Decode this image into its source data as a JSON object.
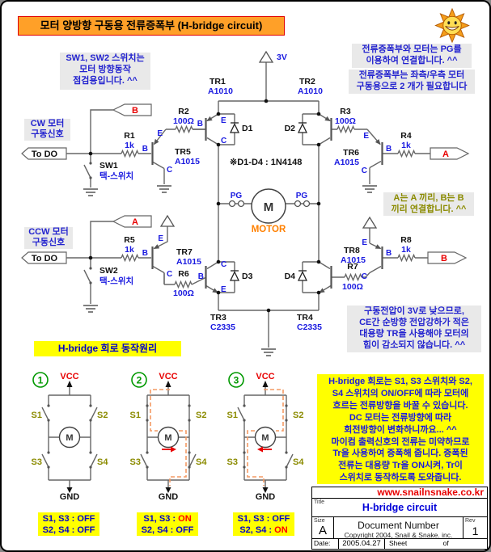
{
  "header": {
    "title": "모터 양방향 구동용 전류증폭부 (H-bridge circuit)"
  },
  "notes": {
    "sw": [
      "SW1, SW2 스위치는",
      "모터 방향동작",
      "점검용입니다. ^^"
    ],
    "pg": [
      "전류증폭부와 모터는 PG를",
      "이용하여 연결합니다. ^^"
    ],
    "two": [
      "전류증폭부는 좌측/우측 모터",
      "구동용으로 2 개가 필요합니다"
    ],
    "ab": [
      "A는 A 끼리, B는 B",
      "끼리 연결합니다. ^^"
    ],
    "voltage": [
      "구동전압이 3V로 낮으므로,",
      "CE간 순방향 전압강하가 적은",
      "대용량 TR을 사용해야 모터의",
      "힘이 감소되지 않습니다. ^^"
    ],
    "hbridge": [
      "H-bridge 회로는 S1, S3 스위치와 S2,",
      "S4 스위치의 ON/OFF에 따라 모터에",
      "흐르는 전류방향을 바꿀 수 있습니다.",
      "DC 모터는 전류방향에 따라",
      "회전방향이 변화하니까요... ^^",
      "마이컴 출력신호의 전류는 미약하므로",
      "Tr을 사용하여 증폭해 줍니다. 증폭된",
      "전류는 대용량 Tr을 ON시켜, Tr이",
      "스위치로 동작하도록 도와줍니다."
    ]
  },
  "io": {
    "cw_line1": "CW 모터",
    "cw_line2": "구동신호",
    "ccw_line1": "CCW 모터",
    "ccw_line2": "구동신호",
    "todo": "To DO",
    "sw1": "SW1",
    "sw2": "SW2",
    "sw_type": "택-스위치",
    "pointer_b_in": "B",
    "pointer_a_in": "A",
    "pointer_a_out": "A",
    "pointer_b_out": "B"
  },
  "circuit": {
    "supply": "3V",
    "pg": "PG",
    "diode_note": "※D1-D4 : 1N4148",
    "motor_symbol": "M",
    "motor_label": "MOTOR",
    "pins": {
      "b": "B",
      "e": "E",
      "c": "C"
    },
    "tr1": {
      "name": "TR1",
      "part": "A1010"
    },
    "tr2": {
      "name": "TR2",
      "part": "A1010"
    },
    "tr3": {
      "name": "TR3",
      "part": "C2335"
    },
    "tr4": {
      "name": "TR4",
      "part": "C2335"
    },
    "tr5": {
      "name": "TR5",
      "part": "A1015"
    },
    "tr6": {
      "name": "TR6",
      "part": "A1015"
    },
    "tr7": {
      "name": "TR7",
      "part": "A1015"
    },
    "tr8": {
      "name": "TR8",
      "part": "A1015"
    },
    "r1": {
      "name": "R1",
      "value": "1k"
    },
    "r2": {
      "name": "R2",
      "value": "100Ω"
    },
    "r3": {
      "name": "R3",
      "value": "100Ω"
    },
    "r4": {
      "name": "R4",
      "value": "1k"
    },
    "r5": {
      "name": "R5",
      "value": "1k"
    },
    "r6": {
      "name": "R6",
      "value": "100Ω"
    },
    "r7": {
      "name": "R7",
      "value": "100Ω"
    },
    "r8": {
      "name": "R8",
      "value": "1k"
    },
    "d1": "D1",
    "d2": "D2",
    "d3": "D3",
    "d4": "D4"
  },
  "principle": {
    "title": "H-bridge 회로 동작원리",
    "vcc": "VCC",
    "gnd": "GND",
    "motor_symbol": "M",
    "s1": "S1",
    "s2": "S2",
    "s3": "S3",
    "s4": "S4",
    "diagrams": [
      {
        "num": "1",
        "row1_label": "S1, S3 : ",
        "row1_value": "OFF",
        "row1_color": "#0000cc",
        "row2_label": "S2, S4 : ",
        "row2_value": "OFF",
        "row2_color": "#0000cc"
      },
      {
        "num": "2",
        "row1_label": "S1, S3 : ",
        "row1_value": "ON",
        "row1_color": "#ff0000",
        "row2_label": "S2, S4 : ",
        "row2_value": "OFF",
        "row2_color": "#0000cc"
      },
      {
        "num": "3",
        "row1_label": "S1, S3 : ",
        "row1_value": "OFF",
        "row1_color": "#0000cc",
        "row2_label": "S2, S4 : ",
        "row2_value": "ON",
        "row2_color": "#ff0000"
      }
    ]
  },
  "titleblock": {
    "url": "www.snailnsnake.co.kr",
    "title_label": "Title",
    "title": "H-bridge circuit",
    "size_label": "Size",
    "size": "A",
    "doc_number": "Document Number",
    "copyright": "Copyright 2004, Snail & Snake. inc.",
    "rev_label": "Rev",
    "rev": "1",
    "date_label": "Date:",
    "date": "2005.04.27",
    "sheet_label": "Sheet",
    "of_label": "of"
  },
  "colors": {
    "accent_blue": "#1a1ae0",
    "status_blue": "#0000cc",
    "alert_red": "#ff0000",
    "label_olive": "#8b8b00",
    "title_bar_orange": "#ffa028",
    "highlight_yellow": "#ffff00",
    "motor_orange": "#ff8000",
    "wire_gray": "#666666",
    "note_gray": "#e9e9e9"
  }
}
